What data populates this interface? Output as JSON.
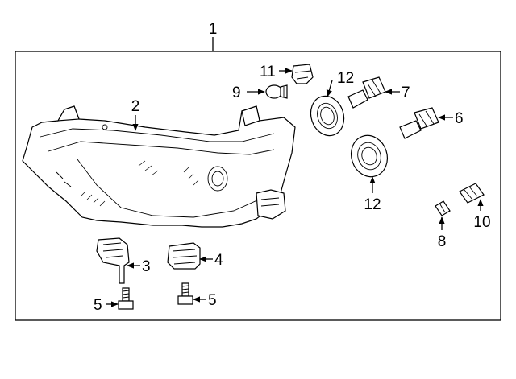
{
  "diagram": {
    "callouts": {
      "c1": "1",
      "c2": "2",
      "c3": "3",
      "c4": "4",
      "c5a": "5",
      "c5b": "5",
      "c6": "6",
      "c7": "7",
      "c8": "8",
      "c9": "9",
      "c10": "10",
      "c11": "11",
      "c12a": "12",
      "c12b": "12"
    }
  }
}
